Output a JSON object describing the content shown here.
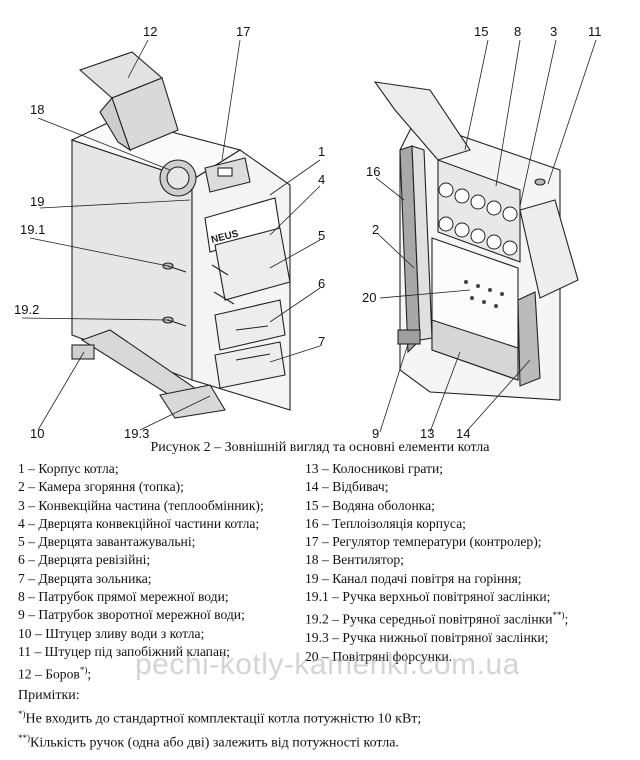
{
  "callouts": {
    "c12": "12",
    "c17": "17",
    "c18": "18",
    "c19": "19",
    "c19_1": "19.1",
    "c19_2": "19.2",
    "c10": "10",
    "c19_3": "19.3",
    "c1": "1",
    "c4": "4",
    "c5": "5",
    "c6": "6",
    "c7": "7",
    "c15": "15",
    "c8": "8",
    "c3": "3",
    "c11": "11",
    "c16": "16",
    "c2": "2",
    "c20": "20",
    "c9": "9",
    "c13": "13",
    "c14": "14"
  },
  "boiler_label": "NEUS",
  "caption": "Рисунок 2 – Зовнішній вигляд та основні елементи котла",
  "legend_left": [
    {
      "text": "1 – Корпус котла;"
    },
    {
      "text": "2 – Камера згоряння (топка);"
    },
    {
      "text": "3 – Конвекційна частина (теплообмінник);"
    },
    {
      "text": "4 – Дверцята конвекційної частини котла;"
    },
    {
      "text": "5 – Дверцята завантажувальні;"
    },
    {
      "text": "6 – Дверцята ревізійні;"
    },
    {
      "text": "7 – Дверцята зольника;"
    },
    {
      "text": "8 – Патрубок прямої мережної води;"
    },
    {
      "text": "9 – Патрубок зворотної мережної води;"
    },
    {
      "text": "10 – Штуцер зливу води з котла;"
    },
    {
      "text": "11 – Штуцер під запобіжний клапан;"
    },
    {
      "text": "12 – Боров",
      "sup": "*)",
      "tail": ";"
    }
  ],
  "legend_right": [
    {
      "text": "13 – Колосникові грати;"
    },
    {
      "text": "14 – Відбивач;"
    },
    {
      "text": "15 – Водяна оболонка;"
    },
    {
      "text": "16 – Теплоізоляція корпуса;"
    },
    {
      "text": "17 – Регулятор температури (контролер);"
    },
    {
      "text": "18 – Вентилятор;"
    },
    {
      "text": "19 – Канал подачі повітря на горіння;"
    },
    {
      "text": "19.1 – Ручка верхньої повітряної заслінки;"
    },
    {
      "text": "19.2 – Ручка середньої повітряної заслінки",
      "sup": "**)",
      "tail": ";"
    },
    {
      "text": "19.3 – Ручка нижньої повітряної заслінки;"
    },
    {
      "text": "20 – Повітряні форсунки."
    }
  ],
  "watermark": "pechi-kotly-kamenki.com.ua",
  "notes": {
    "title": "Примітки:",
    "n1_mark": "*)",
    "n1": "Не входить до стандартної комплектації котла потужністю 10 кВт;",
    "n2_mark": "**)",
    "n2": "Кількість ручок (одна або дві) залежить від потужності котла."
  }
}
